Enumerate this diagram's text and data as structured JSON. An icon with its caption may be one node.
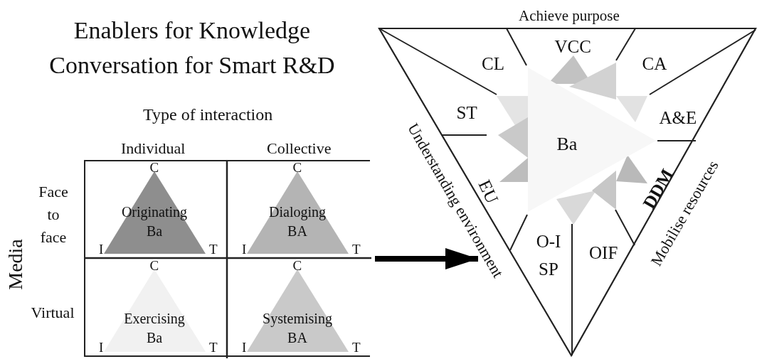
{
  "diagram": {
    "title": "Enablers for Knowledge Conversation for Smart R&D",
    "nodes": [
      {
        "text": [],
        "shape": "box"
      },
      {
        "text": [
          "Originating Ba"
        ],
        "in": 0,
        "beside": [
          "C",
          "I",
          "T"
        ]
      },
      {
        "text": [
          "Dialoging BA"
        ],
        "in": 0,
        "beside": [
          "C",
          "I",
          "T"
        ]
      },
      {
        "text": [
          "Exercising Ba"
        ],
        "in": 0,
        "beside": [
          "C",
          "I",
          "T"
        ]
      },
      {
        "text": [
          "Systemising BA"
        ],
        "in": 0,
        "beside": [
          "C",
          "I",
          "T"
        ]
      },
      {
        "text": [],
        "shape": "triangle"
      },
      {
        "text": [
          "VCC"
        ],
        "in": 5
      },
      {
        "text": [
          "CL"
        ],
        "in": 5
      },
      {
        "text": [
          "CA"
        ],
        "in": 5
      },
      {
        "text": [
          "ST"
        ],
        "in": 5
      },
      {
        "text": [
          "A&E"
        ],
        "in": 5
      },
      {
        "text": [
          "Ba"
        ],
        "in": 5
      },
      {
        "text": [
          "EU"
        ],
        "in": 5
      },
      {
        "text": [
          "DDM"
        ],
        "in": 5
      },
      {
        "text": [
          "O-I SP"
        ],
        "in": 5
      },
      {
        "text": [
          "OIF"
        ],
        "in": 5
      }
    ],
    "edges": [
      {
        "from": 0,
        "to": 5,
        "arrow": "to"
      }
    ],
    "labels": [
      "Type of interaction",
      "Individual",
      "Collective",
      "Face to face",
      "Media",
      "Virtual",
      "Achieve purpose",
      "Understanding environment",
      "Mobilise resources"
    ]
  }
}
